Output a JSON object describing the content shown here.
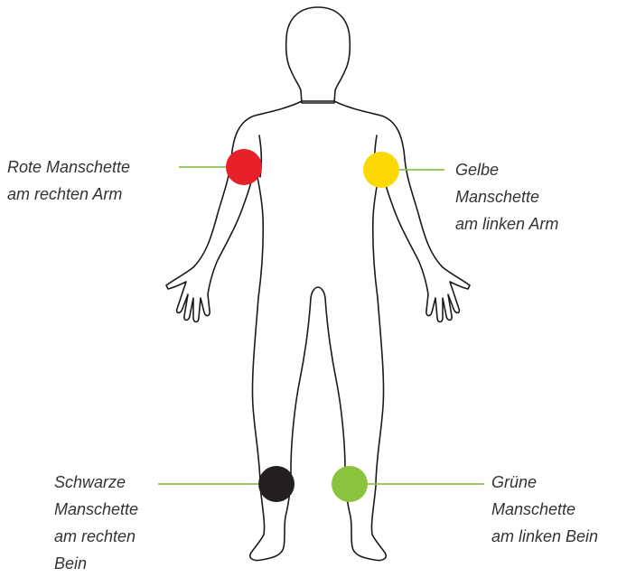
{
  "colors": {
    "outline": "#1a1a1a",
    "leader": "#8bc34a",
    "text": "#333333"
  },
  "cuffs": {
    "red": {
      "label_lines": [
        "Rote Manschette",
        "am rechten Arm"
      ],
      "color": "#e8202a"
    },
    "yellow": {
      "label_lines": [
        "Gelbe",
        "Manschette",
        "am linken Arm"
      ],
      "color": "#fbd806"
    },
    "black": {
      "label_lines": [
        "Schwarze",
        "Manschette",
        "am rechten",
        "Bein"
      ],
      "color": "#231f20"
    },
    "green": {
      "label_lines": [
        "Grüne",
        "Manschette",
        "am linken Bein"
      ],
      "color": "#8ac43f"
    }
  }
}
